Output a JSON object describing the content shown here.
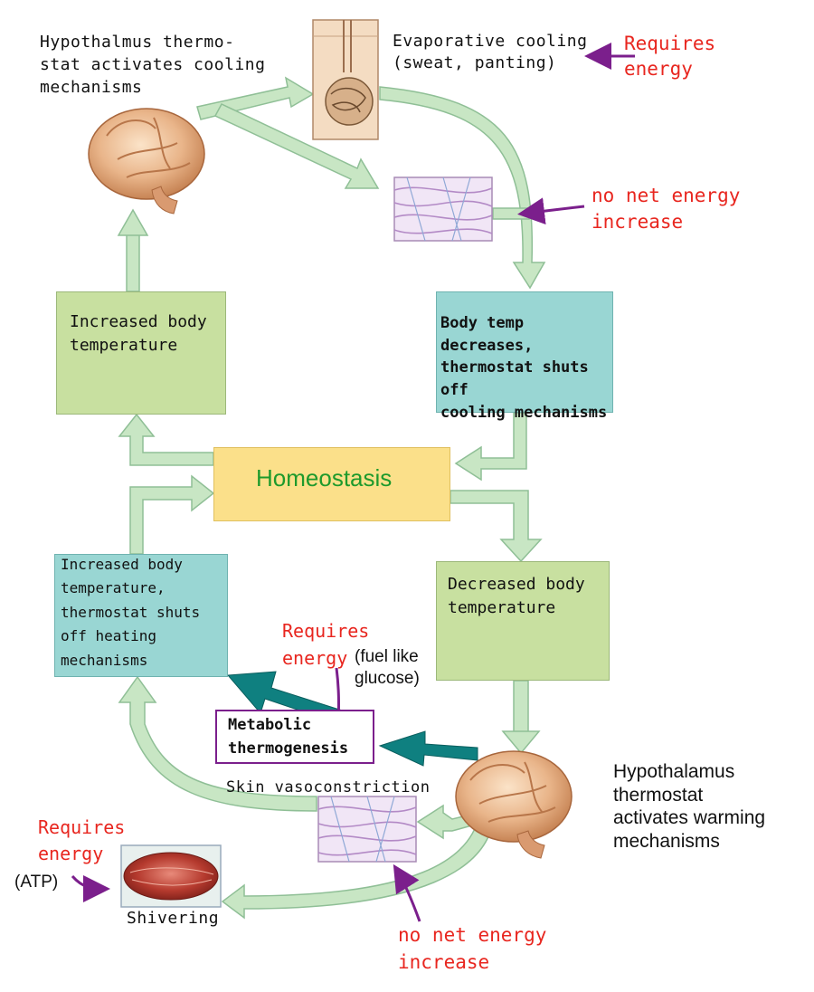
{
  "labels": {
    "hypothalamus_cooling": "Hypothalmus thermo-\nstat activates cooling\nmechanisms",
    "evaporative": "Evaporative cooling\n(sweat, panting)",
    "requires_energy_top": "Requires\nenergy",
    "no_net_energy_top": "no net energy\nincrease",
    "increased_temp": "Increased body\ntemperature",
    "temp_decreases": "Body temp decreases,\nthermostat shuts off\ncooling mechanisms",
    "homeostasis": "Homeostasis",
    "increased_temp_heating_off": "Increased body\ntemperature,\nthermostat shuts\noff heating\nmechanisms",
    "decreased_temp": "Decreased body\ntemperature",
    "requires_energy_mid": "Requires\nenergy",
    "fuel_like_glucose": "(fuel like\nglucose)",
    "metabolic": "Metabolic\nthermogenesis",
    "skin_vasoconstriction": "Skin vasoconstriction",
    "hypothalamus_warming": "Hypothalamus\nthermostat\nactivates warming\nmechanisms",
    "requires_energy_bottom": "Requires\nenergy",
    "atp": "(ATP)",
    "shivering": "Shivering",
    "no_net_energy_bottom": "no net energy\nincrease"
  },
  "colors": {
    "arrow_fill": "#c8e6c4",
    "arrow_stroke": "#8fbf96",
    "teal_arrow": "#0f8080",
    "purple_arrow": "#7b1f8c",
    "red_text": "#e8261f",
    "homeostasis_text": "#1e9a2c",
    "green_box": "#c8e0a0",
    "teal_box": "#99d6d3",
    "yellow_box": "#fbe08a"
  },
  "icons": [
    "brain-icon",
    "sweat-gland-icon",
    "blood-vessel-icon",
    "muscle-icon"
  ]
}
